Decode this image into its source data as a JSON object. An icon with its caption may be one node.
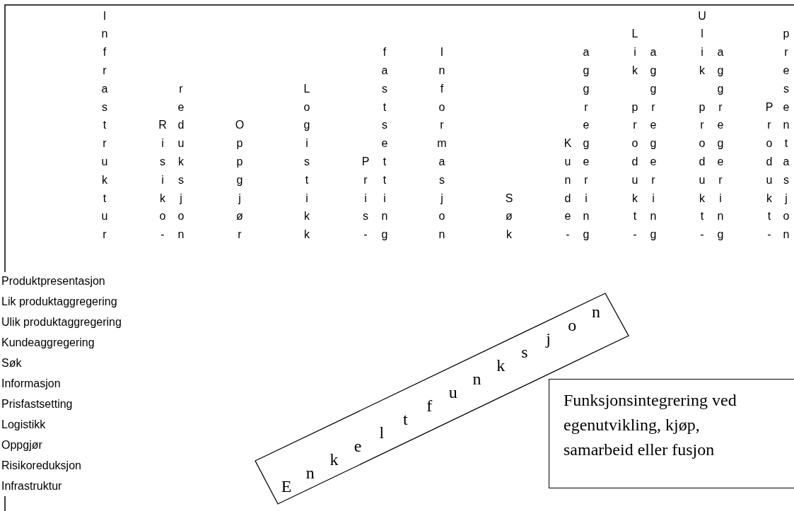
{
  "diagram": {
    "nodes": [
      {
        "text": [
          "Enkeltfunksjon"
        ]
      },
      {
        "text": [
          "Funksjonsintegrering ved egenutvikling, kjøp, samarbeid eller fusjon"
        ]
      }
    ],
    "labels": [
      "Infrastruktur",
      "Risiko-",
      "reduksjon",
      "Oppgjør",
      "Logistikk",
      "Pris-",
      "fastsetting",
      "Informasjon",
      "Søk",
      "Kunde-",
      "aggregering",
      "Lik produkt-",
      "aggregering",
      "Ulik produkt-",
      "aggregering",
      "Produkt-",
      "presentasjon",
      "Produktpresentasjon",
      "Lik produktaggregering",
      "Ulik produktaggregering",
      "Kundeaggregering",
      "Søk",
      "Informasjon",
      "Prisfastsetting",
      "Logistikk",
      "Oppgjør",
      "Risikoreduksjon",
      "Infrastruktur"
    ]
  }
}
